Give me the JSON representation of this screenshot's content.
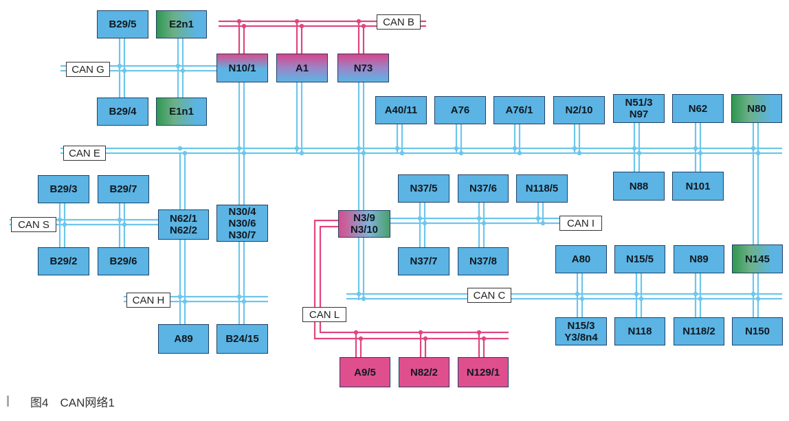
{
  "caption": "图4　CAN网络1",
  "bus_labels": {
    "can_b": "CAN B",
    "can_g": "CAN G",
    "can_e": "CAN E",
    "can_s": "CAN S",
    "can_i": "CAN I",
    "can_c": "CAN C",
    "can_h": "CAN H",
    "can_l": "CAN L"
  },
  "nodes": {
    "b29_5": "B29/5",
    "e2n1": "E2n1",
    "b29_4": "B29/4",
    "e1n1": "E1n1",
    "n10_1": "N10/1",
    "a1": "A1",
    "n73": "N73",
    "a40_11": "A40/11",
    "a76": "A76",
    "a76_1": "A76/1",
    "n2_10": "N2/10",
    "n51_3_line1": "N51/3",
    "n51_3_line2": "N97",
    "n62": "N62",
    "n80": "N80",
    "n88": "N88",
    "n101": "N101",
    "b29_3": "B29/3",
    "b29_7": "B29/7",
    "b29_2": "B29/2",
    "b29_6": "B29/6",
    "n62_1_line1": "N62/1",
    "n62_1_line2": "N62/2",
    "n30_line1": "N30/4",
    "n30_line2": "N30/6",
    "n30_line3": "N30/7",
    "n3_9_line1": "N3/9",
    "n3_9_line2": "N3/10",
    "n37_5": "N37/5",
    "n37_6": "N37/6",
    "n118_5": "N118/5",
    "n37_7": "N37/7",
    "n37_8": "N37/8",
    "a80": "A80",
    "n15_5": "N15/5",
    "n89": "N89",
    "n145": "N145",
    "n15_3_line1": "N15/3",
    "n15_3_line2": "Y3/8n4",
    "n118": "N118",
    "n118_2": "N118/2",
    "n150": "N150",
    "a89": "A89",
    "b24_15": "B24/15",
    "a9_5": "A9/5",
    "n82_2": "N82/2",
    "n129_1": "N129/1"
  },
  "colors": {
    "can_blue": "#6cc6ec",
    "can_pink": "#e0457f",
    "node_blue": "#5bb4e3",
    "node_pink": "#df4f8e",
    "node_green": "#2f9850"
  }
}
